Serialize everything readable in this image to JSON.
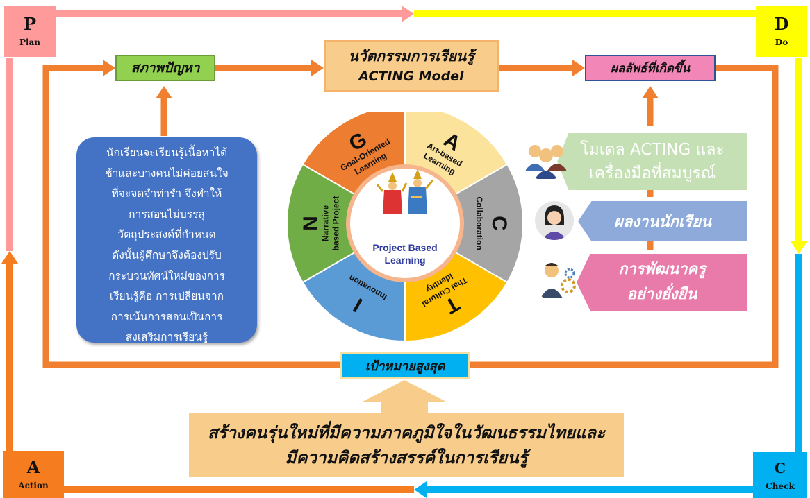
{
  "pdca": {
    "plan": {
      "letter": "P",
      "label": "Plan",
      "color": "#ff9a9a"
    },
    "do": {
      "letter": "D",
      "label": "Do",
      "color": "#ffff00"
    },
    "check": {
      "letter": "C",
      "label": "Check",
      "color": "#00b0f0"
    },
    "action": {
      "letter": "A",
      "label": "Action",
      "color": "#f57c1f"
    }
  },
  "problem": {
    "label": "สภาพปัญหา",
    "color": "#92d050"
  },
  "innovation": {
    "line1": "นวัตกรรมการเรียนรู้",
    "line2": "ACTING Model",
    "color": "#f8cd8c"
  },
  "outcome": {
    "label": "ผลลัพธ์ที่เกิดขึ้น",
    "color": "#f286b6"
  },
  "problem_detail": {
    "lines": [
      "นักเรียนจะเรียนรู้เนื้อหาได้",
      "ช้าและบางคนไม่ค่อยสนใจ",
      "ที่จะจดจำท่ารำ  จึงทำให้",
      "การสอนไม่บรรลุ",
      "วัตถุประสงค์ที่กำหนด",
      "ดังนั้นผู้ศึกษาจึงต้องปรับ",
      "กระบวนทัศน์ใหม่ของการ",
      "เรียนรู้คือ การเปลี่ยนจาก",
      "การเน้นการสอนเป็นการ",
      "ส่งเสริมการเรียนรู้"
    ]
  },
  "wheel": {
    "center_label_1": "Project Based",
    "center_label_2": "Learning",
    "segments": [
      {
        "letter": "A",
        "text": [
          "Art-based",
          "Learning"
        ],
        "color": "#fce39b"
      },
      {
        "letter": "C",
        "text": [
          "Collaboration"
        ],
        "color": "#a5a5a5"
      },
      {
        "letter": "T",
        "text": [
          "Thai Cultural",
          "Identity"
        ],
        "color": "#ffc000"
      },
      {
        "letter": "I",
        "text": [
          "Innovation"
        ],
        "color": "#5b9bd5"
      },
      {
        "letter": "N",
        "text": [
          "Narrative",
          "based Project"
        ],
        "color": "#70ad47"
      },
      {
        "letter": "G",
        "text": [
          "Goal-Oriented",
          "Learning"
        ],
        "color": "#ed7d31"
      }
    ]
  },
  "results": {
    "model": {
      "line1": "โมเดล ACTING และ",
      "line2": "เครื่องมือที่สมบูรณ์",
      "color": "#c5e0b4"
    },
    "student_work": {
      "label": "ผลงานนักเรียน",
      "color": "#8eaadb"
    },
    "teacher_dev": {
      "line1": "การพัฒนาครู",
      "line2": "อย่างยั่งยืน",
      "color": "#e97bab"
    }
  },
  "goal": {
    "label": "เป้าหมายสูงสุด",
    "color": "#00b0f0"
  },
  "final": {
    "line1": "สร้างคนรุ่นใหม่ที่มีความภาคภูมิใจในวัฒนธรรมไทยและ",
    "line2": "มีความคิดสร้างสรรค์ในการเรียนรู้"
  }
}
